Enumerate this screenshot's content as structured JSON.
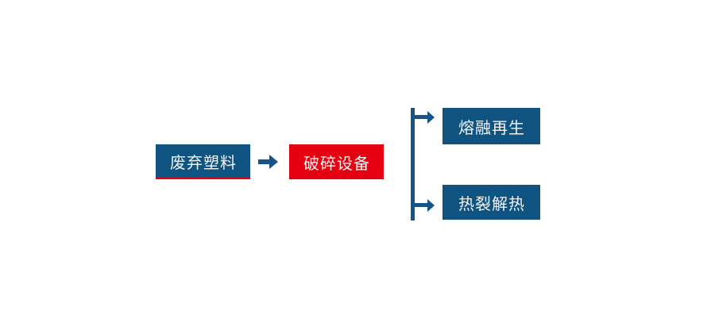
{
  "flowchart": {
    "nodes": [
      {
        "id": "waste-plastic",
        "label": "废弃塑料",
        "variant": "blue-underlined"
      },
      {
        "id": "crushing-equipment",
        "label": "破碎设备",
        "variant": "red"
      },
      {
        "id": "melt-regeneration",
        "label": "熔融再生",
        "variant": "blue"
      },
      {
        "id": "pyrolysis-heat",
        "label": "热裂解热",
        "variant": "blue"
      }
    ],
    "edges": [
      {
        "from": "废弃塑料",
        "to": "破碎设备"
      },
      {
        "from": "破碎设备",
        "to": "熔融再生"
      },
      {
        "from": "破碎设备",
        "to": "热裂解热"
      }
    ],
    "colors": {
      "node_blue": "#0f5380",
      "node_red": "#e60012",
      "arrow_blue": "#15548a",
      "underline_red": "#e60012",
      "text": "#f4f4f4",
      "background": "#ffffff"
    }
  }
}
